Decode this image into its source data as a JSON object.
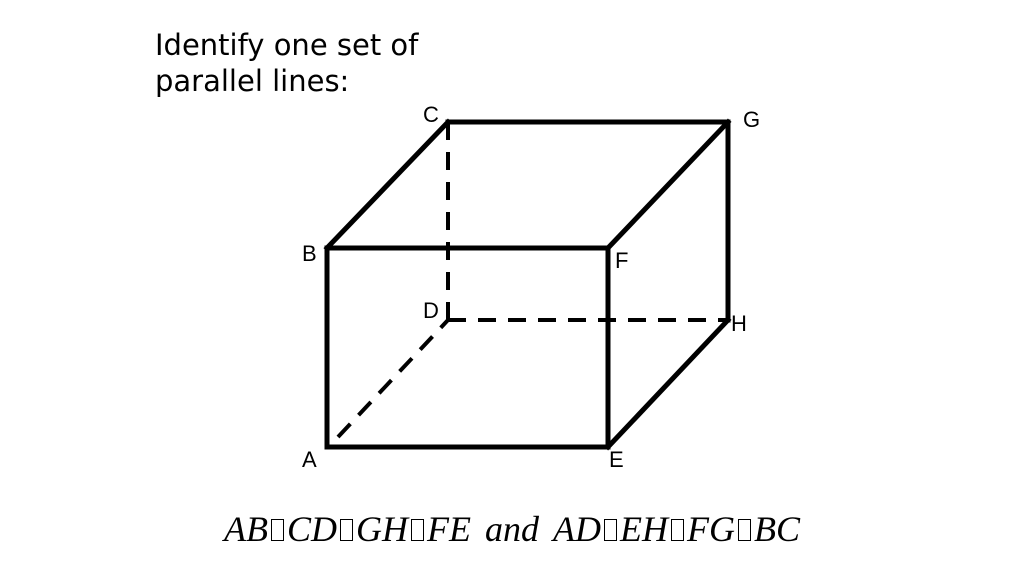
{
  "prompt": {
    "line1": "Identify one set of",
    "line2": "parallel lines:"
  },
  "vertices": {
    "A": "A",
    "B": "B",
    "C": "C",
    "D": "D",
    "E": "E",
    "F": "F",
    "G": "G",
    "H": "H"
  },
  "answer": {
    "seg1": "AB",
    "seg2": "CD",
    "seg3": "GH",
    "seg4": "FE",
    "conj": "and",
    "seg5": "AD",
    "seg6": "EH",
    "seg7": "FG",
    "seg8": "BC"
  },
  "colors": {
    "ink": "#000000",
    "background": "#ffffff"
  }
}
